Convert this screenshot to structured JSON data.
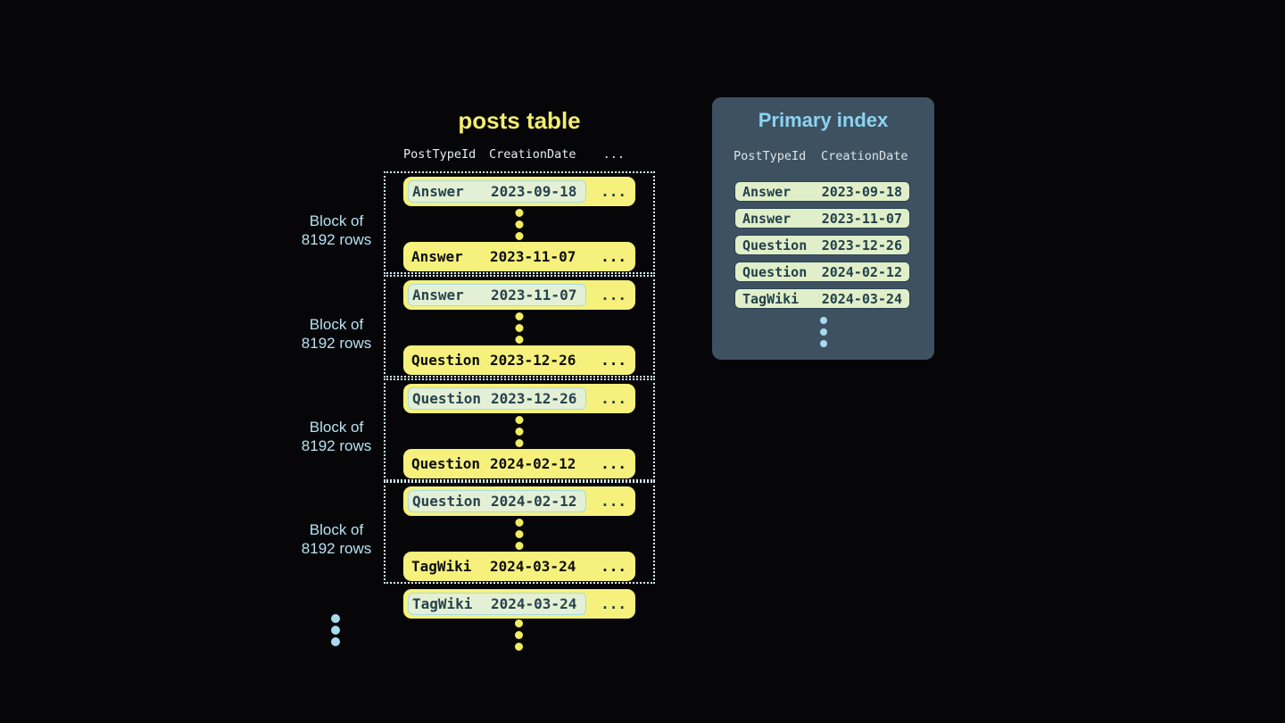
{
  "posts_table": {
    "title": "posts table",
    "header": {
      "col_type": "PostTypeId",
      "col_date": "CreationDate",
      "ellipsis": "..."
    },
    "block_label": {
      "line1": "Block of",
      "line2": "8192 rows"
    },
    "row_ellipsis": "...",
    "blocks": [
      {
        "first_row": {
          "type": "Answer",
          "date": "2023-09-18"
        },
        "last_row": {
          "type": "Answer",
          "date": "2023-11-07"
        }
      },
      {
        "first_row": {
          "type": "Answer",
          "date": "2023-11-07"
        },
        "last_row": {
          "type": "Question",
          "date": "2023-12-26"
        }
      },
      {
        "first_row": {
          "type": "Question",
          "date": "2023-12-26"
        },
        "last_row": {
          "type": "Question",
          "date": "2024-02-12"
        }
      },
      {
        "first_row": {
          "type": "Question",
          "date": "2024-02-12"
        },
        "last_row": {
          "type": "TagWiki",
          "date": "2024-03-24"
        }
      }
    ],
    "overflow_row": {
      "type": "TagWiki",
      "date": "2024-03-24"
    }
  },
  "primary_index": {
    "title": "Primary index",
    "header": {
      "col_type": "PostTypeId",
      "col_date": "CreationDate"
    },
    "rows": [
      {
        "type": "Answer",
        "date": "2023-09-18"
      },
      {
        "type": "Answer",
        "date": "2023-11-07"
      },
      {
        "type": "Question",
        "date": "2023-12-26"
      },
      {
        "type": "Question",
        "date": "2024-02-12"
      },
      {
        "type": "TagWiki",
        "date": "2024-03-24"
      }
    ]
  },
  "colors": {
    "background": "#060608",
    "row_yellow": "#f5f17c",
    "highlight_green": "#e4f0d5",
    "highlight_border_blue": "#a5dcec",
    "block_border_dotted": "#d8eef8",
    "accent_blue": "#8ad4f0",
    "label_blue": "#b7e1f2",
    "panel_bg": "#3e5161",
    "index_row_green": "#e0efc9",
    "index_row_border": "#2b4452",
    "dot_yellow": "#f2ec62",
    "dot_blue": "#a7daef",
    "title_yellow": "#f2ee6f"
  }
}
